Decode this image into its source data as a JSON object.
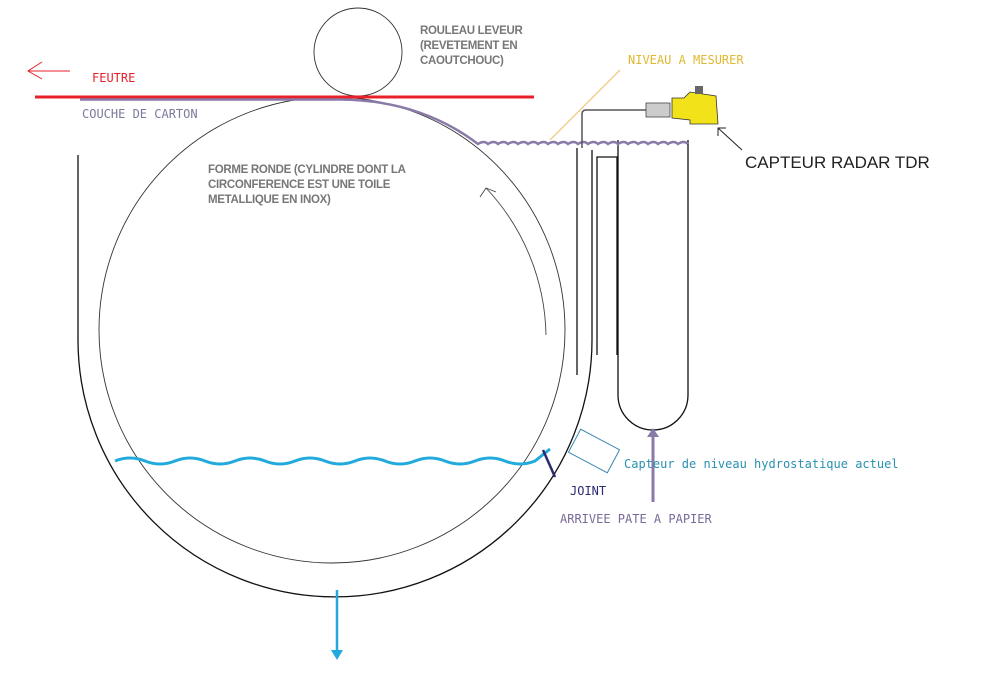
{
  "labels": {
    "roller": [
      "ROULEAU LEVEUR",
      "(REVETEMENT EN",
      "CAOUTCHOUC)"
    ],
    "felt": "FEUTRE",
    "carton_layer": "COUCHE DE CARTON",
    "round_form": [
      "FORME RONDE (CYLINDRE DONT LA",
      "CIRCONFERENCE EST UNE TOILE",
      "METALLIQUE EN INOX)"
    ],
    "level_to_measure": "NIVEAU A MESURER",
    "radar_sensor": "CAPTEUR RADAR TDR",
    "hydrostatic_sensor": "Capteur de niveau hydrostatique actuel",
    "joint": "JOINT",
    "pulp_inlet": "ARRIVEE PATE A PAPIER"
  },
  "colors": {
    "felt": "#e8202a",
    "carton": "#8a7aa8",
    "water": "#22aadd",
    "level_label": "#e8c040",
    "sensor": "#f2e21a",
    "joint": "#2a2a70",
    "gray_text": "#777777"
  }
}
